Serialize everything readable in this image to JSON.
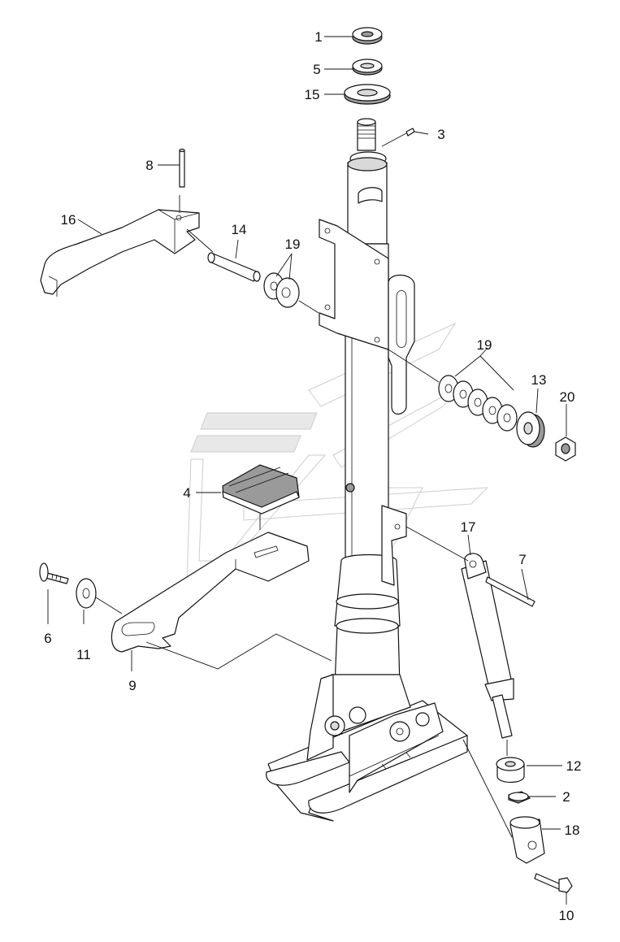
{
  "diagram": {
    "callouts": [
      "1",
      "5",
      "15",
      "3",
      "8",
      "16",
      "14",
      "19",
      "19",
      "13",
      "20",
      "4",
      "17",
      "7",
      "6",
      "11",
      "9",
      "12",
      "2",
      "18",
      "10"
    ]
  }
}
